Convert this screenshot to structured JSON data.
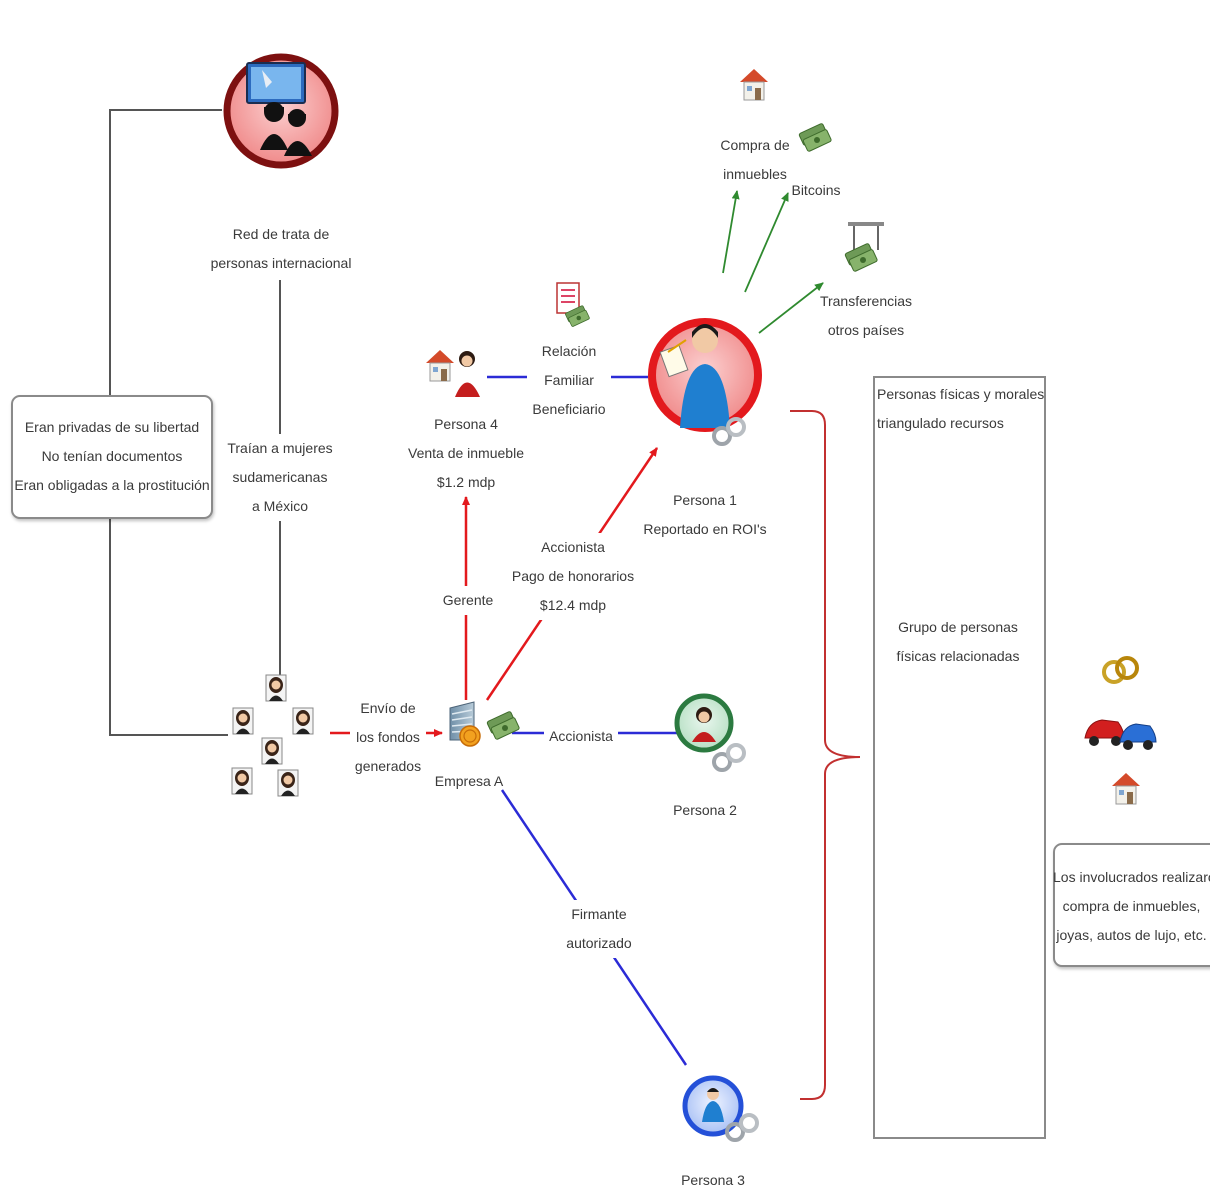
{
  "labels": {
    "red_trata": [
      "Red de trata de",
      "personas internacional"
    ],
    "eran": [
      "Eran privadas de su libertad",
      "No tenían documentos",
      "Eran obligadas a la prostitución"
    ],
    "traian": [
      "Traían a mujeres",
      "sudamericanas",
      "a México"
    ],
    "envio": [
      "Envío de",
      "los fondos",
      "generados"
    ],
    "empresa_a": "Empresa A",
    "gerente": "Gerente",
    "persona4": [
      "Persona 4",
      "Venta de inmueble",
      "$1.2 mdp"
    ],
    "relacion": [
      "Relación",
      "Familiar",
      "Beneficiario"
    ],
    "accionista_pago": [
      "Accionista",
      "Pago de honorarios",
      "$12.4 mdp"
    ],
    "persona1": [
      "Persona 1",
      "Reportado en ROI's"
    ],
    "compra": [
      "Compra de",
      "inmuebles"
    ],
    "bitcoins": "Bitcoins",
    "transferencias": [
      "Transferencias",
      "otros países"
    ],
    "accionista": "Accionista",
    "persona2": "Persona 2",
    "firmante": [
      "Firmante",
      "autorizado"
    ],
    "persona3": "Persona 3",
    "grupo_header": [
      "Personas físicas y morales",
      "triangulado recursos"
    ],
    "grupo_personas": [
      "Grupo de personas",
      "físicas relacionadas"
    ],
    "involucrados": [
      "Los involucrados realizaron",
      "compra de inmuebles,",
      "joyas, autos de lujo, etc."
    ]
  },
  "icons": [
    "hackers-monitor-icon",
    "women-group-icon",
    "building-money-icon",
    "house-woman-icon",
    "document-money-icon",
    "man-document-handcuffs-icon",
    "woman-handcuffs-icon",
    "man-handcuffs-icon",
    "house-icon",
    "money-stack-icon",
    "money-transfer-icon",
    "people-group-icon",
    "building-icon",
    "rings-icon",
    "cars-icon"
  ],
  "colors": {
    "red": "#e3191d",
    "blue": "#2b2bd6",
    "green": "#2f8a2f",
    "dark_red_border": "#7d1010",
    "green_border": "#2b7a40",
    "blue_border": "#2450d8",
    "gray_line": "#555555"
  }
}
